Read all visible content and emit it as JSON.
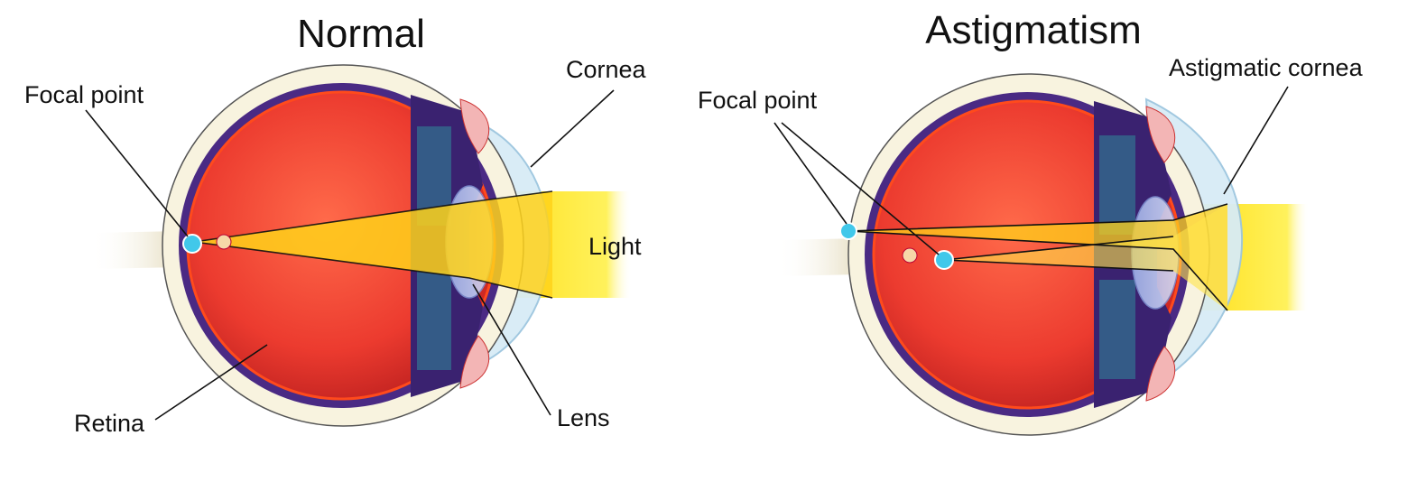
{
  "panels": {
    "normal": {
      "title": "Normal",
      "labels": {
        "focal_point": "Focal point",
        "cornea": "Cornea",
        "light": "Light",
        "retina": "Retina",
        "lens": "Lens"
      }
    },
    "astigmatism": {
      "title": "Astigmatism",
      "labels": {
        "focal_point": "Focal point",
        "astigmatic_cornea": "Astigmatic cornea"
      }
    }
  },
  "colors": {
    "sclera": "#f8f3df",
    "choroid": "#4a2a84",
    "retina_red": "#e8302a",
    "vitreous": "#f14a3c",
    "cornea": "#d6ecf7",
    "lens": "#b9c6ee",
    "light_beam": "#ffe82a",
    "focal_point": "#41c8ea",
    "iris": "#3c2570",
    "optic_nerve": "#e8e0c8"
  },
  "icons": {
    "focal_point": "cyan-dot-icon"
  }
}
